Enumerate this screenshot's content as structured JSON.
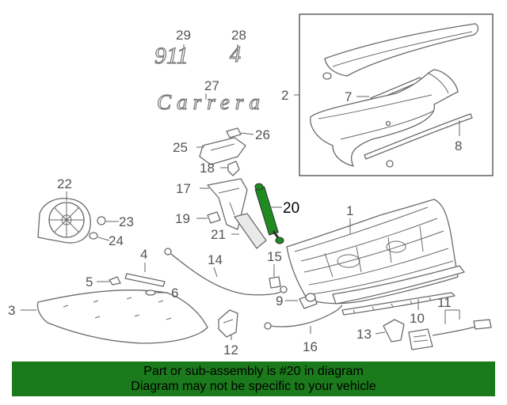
{
  "callouts": {
    "c1": "1",
    "c2": "2",
    "c3": "3",
    "c4": "4",
    "c5": "5",
    "c6": "6",
    "c7": "7",
    "c8": "8",
    "c9": "9",
    "c10": "10",
    "c11": "11",
    "c12": "12",
    "c13": "13",
    "c14": "14",
    "c15": "15",
    "c16": "16",
    "c17": "17",
    "c18": "18",
    "c19": "19",
    "c20": "20",
    "c21": "21",
    "c22": "22",
    "c23": "23",
    "c24": "24",
    "c25": "25",
    "c26": "26",
    "c27": "27",
    "c28": "28",
    "c29": "29"
  },
  "badges": {
    "model": "911",
    "drive": "4",
    "name": "Carrera"
  },
  "footer": {
    "line1": "Part or sub-assembly is #20 in diagram",
    "line2": "Diagram may not be specific to your vehicle",
    "background": "#1b7a1b"
  },
  "highlight": {
    "part": "20",
    "color": "#1f8a1f"
  }
}
